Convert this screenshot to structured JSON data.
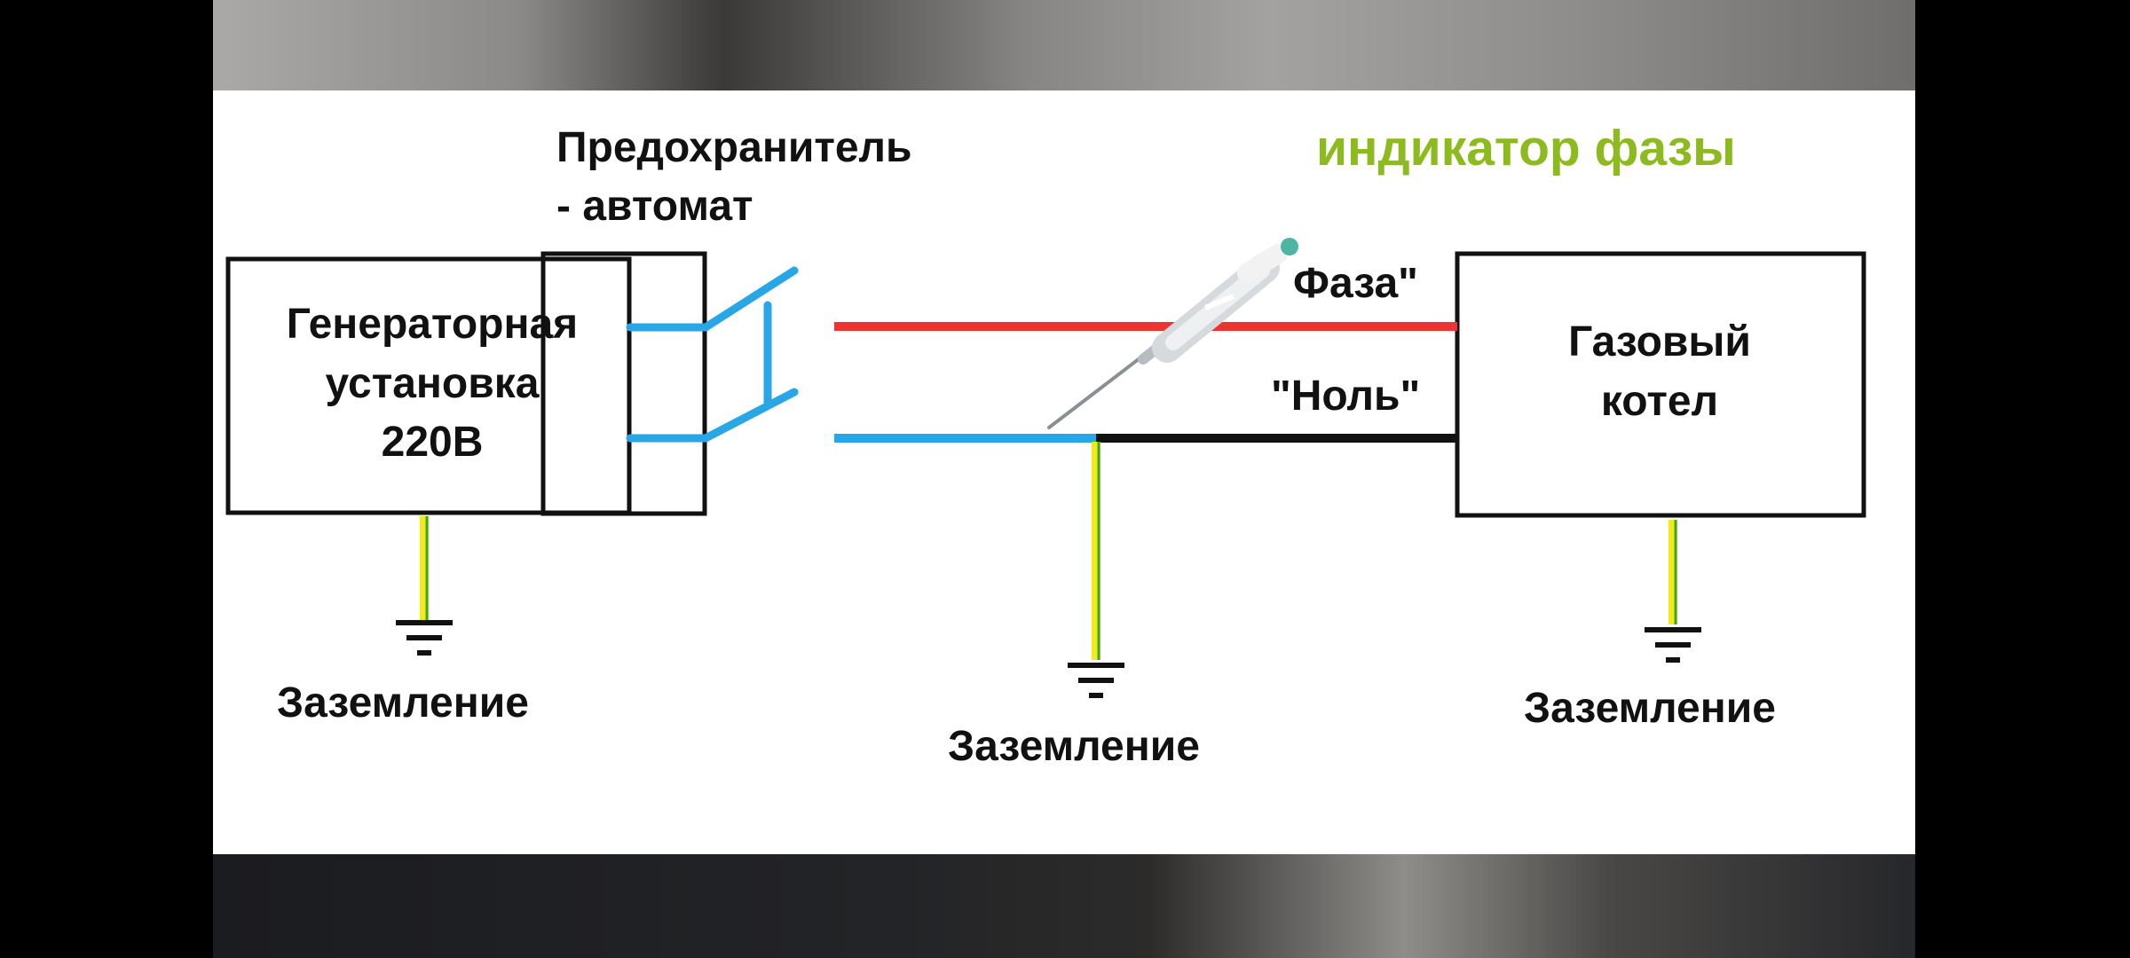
{
  "title": "индикатор фазы",
  "fuse_label": [
    "Предохранитель",
    "- автомат"
  ],
  "generator_label": [
    "Генераторная",
    "установка",
    "220В"
  ],
  "boiler_label": [
    "Газовый",
    "котел"
  ],
  "phase_label": "Фаза\"",
  "neutral_label": "\"Ноль\"",
  "ground_labels": [
    "Заземление",
    "Заземление",
    "Заземление"
  ],
  "colors": {
    "title": "#8dba1f",
    "phase_wire": "#ee3333",
    "neutral_wire_before": "#29a6e6",
    "neutral_wire_after": "#111111",
    "ground_wire_yellow": "#f3ea17",
    "ground_wire_green": "#3aa636"
  },
  "icons": [
    "ground-symbol-icon",
    "screwdriver-phase-tester-icon",
    "switch-icon"
  ]
}
